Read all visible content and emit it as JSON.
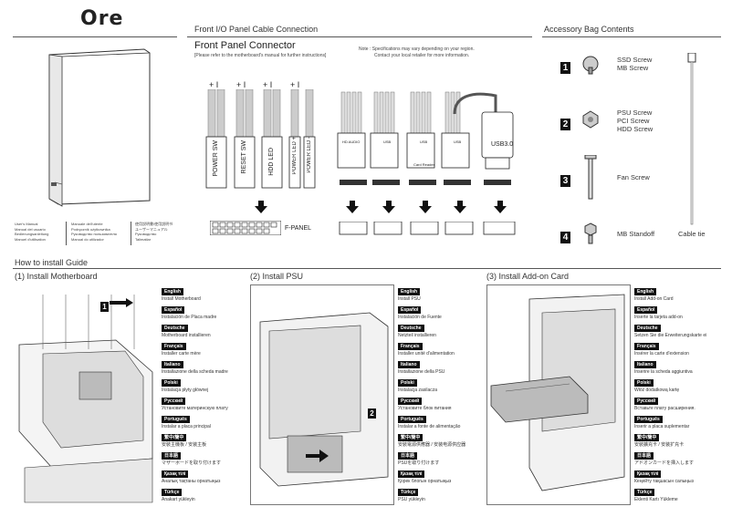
{
  "brand": "Ore",
  "manual_languages": {
    "col1": [
      "User's Manual",
      "Manual del usuario",
      "Bedienungsanleitung",
      "Manuel d'utilisation"
    ],
    "col2": [
      "Manuale dell'utente",
      "Podręcznik użytkownika",
      "Руководство пользователя",
      "Manual do utilizador"
    ],
    "col3": [
      "使用說明書/使用説明书",
      "ユーザーマニュアル",
      "Руководство",
      "Talimatlar"
    ]
  },
  "front_panel": {
    "section_title": "Front I/O Panel Cable Connection",
    "title": "Front Panel Connector",
    "subtitle": "[Please refer to the motherboard's manual for further instructions]",
    "note_label": "Note :",
    "note_line1": "Specifications may vary depending on your region.",
    "note_line2": "Contact your local retailer for more information.",
    "polarity": "+ I",
    "cables": [
      "POWER SW",
      "RESET SW",
      "HDD LED",
      "POWER LED +",
      "POWER LED -"
    ],
    "fpanel_label": "F-PANEL",
    "usb_labels": [
      "HD AUDIO",
      "USB",
      "USB",
      "USB",
      "USB3.0"
    ],
    "card_reader": "Card Reader"
  },
  "accessory": {
    "section_title": "Accessory Bag Contents",
    "items": [
      {
        "num": "1",
        "lines": [
          "SSD Screw",
          "MB Screw"
        ]
      },
      {
        "num": "2",
        "lines": [
          "PSU Screw",
          "PCI Screw",
          "HDD Screw"
        ]
      },
      {
        "num": "3",
        "lines": [
          "Fan Screw"
        ]
      },
      {
        "num": "4",
        "lines": [
          "MB Standoff"
        ]
      }
    ],
    "cable_tie": "Cable tie"
  },
  "install": {
    "section_title": "How to install Guide",
    "steps": [
      {
        "title": "(1) Install Motherboard",
        "marker": "1",
        "langs": [
          {
            "tag": "English",
            "text": "Install Motherboard"
          },
          {
            "tag": "Español",
            "text": "Instalación de Placa madre"
          },
          {
            "tag": "Deutsche",
            "text": "Motherboard installieren"
          },
          {
            "tag": "Français",
            "text": "Installer carte mère"
          },
          {
            "tag": "Italiano",
            "text": "Installazione della scheda madre"
          },
          {
            "tag": "Polski",
            "text": "Instalacja płyty głównej"
          },
          {
            "tag": "Русский",
            "text": "Установите материнскую плату"
          },
          {
            "tag": "Português",
            "text": "Instalar a placa principal"
          },
          {
            "tag": "繁中/簡中",
            "text": "安裝主機板 / 安装主板"
          },
          {
            "tag": "日本語",
            "text": "マザーボードを取り付けます"
          },
          {
            "tag": "Қазақ тілі",
            "text": "Аналық тақтаны орнатыңыз"
          },
          {
            "tag": "Türkçe",
            "text": "Anakart yükleyin"
          }
        ]
      },
      {
        "title": "(2) Install PSU",
        "marker": "2",
        "langs": [
          {
            "tag": "English",
            "text": "Install PSU"
          },
          {
            "tag": "Español",
            "text": "Instalación de Fuente"
          },
          {
            "tag": "Deutsche",
            "text": "Netzteil installieren"
          },
          {
            "tag": "Français",
            "text": "Installer unité d'alimentation"
          },
          {
            "tag": "Italiano",
            "text": "Installazione della PSU"
          },
          {
            "tag": "Polski",
            "text": "Instalacja zasilacza"
          },
          {
            "tag": "Русский",
            "text": "Установите блок питания"
          },
          {
            "tag": "Português",
            "text": "Instalar a fonte de alimentação"
          },
          {
            "tag": "繁中/簡中",
            "text": "安裝電源供應器 / 安装电源供应器"
          },
          {
            "tag": "日本語",
            "text": "PSUを取り付けます"
          },
          {
            "tag": "Қазақ тілі",
            "text": "Қорек блогын орнатыңыз"
          },
          {
            "tag": "Türkçe",
            "text": "PSU yükleyin"
          }
        ]
      },
      {
        "title": "(3) Install Add-on Card",
        "marker": "",
        "langs": [
          {
            "tag": "English",
            "text": "Install Add-on Card"
          },
          {
            "tag": "Español",
            "text": "Inserte la tarjeta add-on"
          },
          {
            "tag": "Deutsche",
            "text": "Setzen Sie die Erweiterungskarte ei"
          },
          {
            "tag": "Français",
            "text": "Insérer la carte d'extension"
          },
          {
            "tag": "Italiano",
            "text": "Inserire la scheda aggiuntiva"
          },
          {
            "tag": "Polski",
            "text": "Włóż dodatkową kartę"
          },
          {
            "tag": "Русский",
            "text": "Вставьте плату расширения."
          },
          {
            "tag": "Português",
            "text": "Inserir a placa suplementar"
          },
          {
            "tag": "繁中/簡中",
            "text": "安裝擴充卡 / 安装扩充卡"
          },
          {
            "tag": "日本語",
            "text": "アドオンカードを挿入します"
          },
          {
            "tag": "Қазақ тілі",
            "text": "Кеңейту тақшасын салыңыз"
          },
          {
            "tag": "Türkçe",
            "text": "Eklenti Kartı Yükleme"
          }
        ]
      }
    ]
  }
}
